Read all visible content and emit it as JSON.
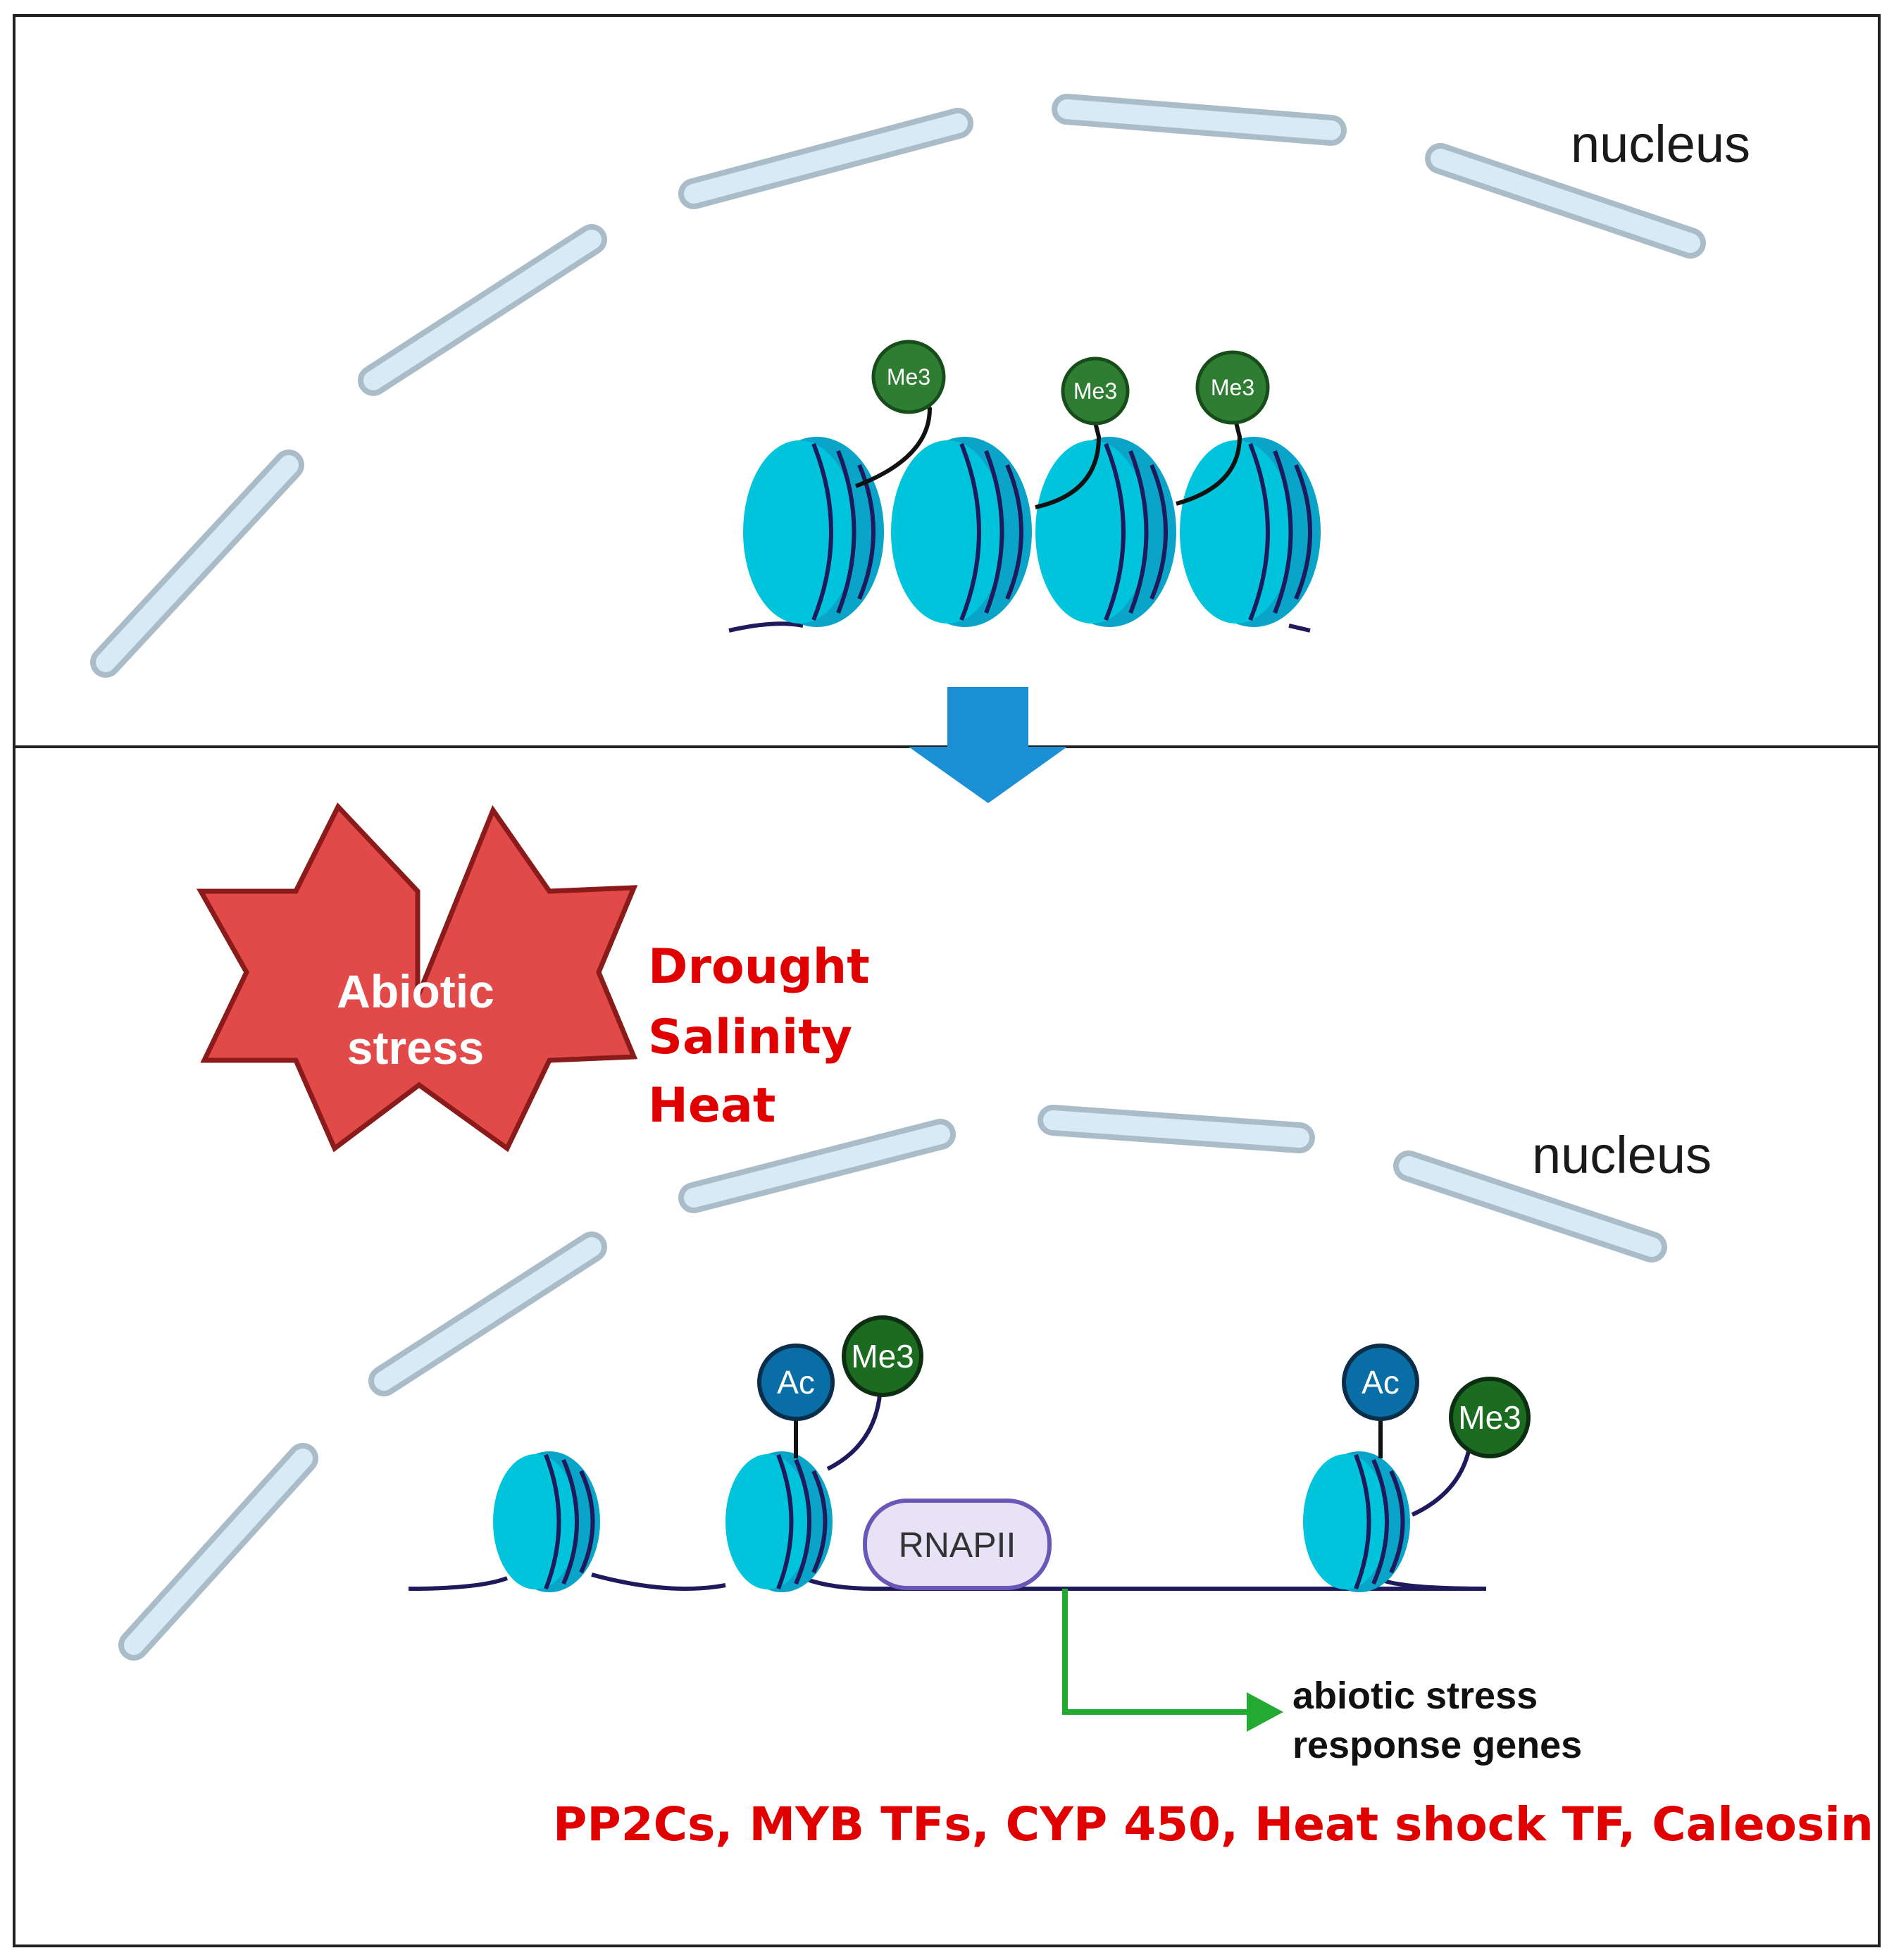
{
  "top_panel": {
    "nucleus_label": "nucleus",
    "marks": [
      "Me3",
      "Me3",
      "Me3"
    ]
  },
  "bottom_panel": {
    "stress_label_line1": "Abiotic",
    "stress_label_line2": "stress",
    "stress_types": [
      "Drought",
      "Salinity",
      "Heat"
    ],
    "nucleus_label": "nucleus",
    "mark_ac_left": "Ac",
    "mark_me3_left": "Me3",
    "mark_ac_right": "Ac",
    "mark_me3_right": "Me3",
    "polymerase_label": "RNAPII",
    "genes_label_line1": "abiotic stress",
    "genes_label_line2": "response genes",
    "gene_list": "PP2Cs, MYB TFs, CYP 450, Heat shock TF, Caleosin"
  },
  "colors": {
    "nucleosome": "#00bcd4",
    "nucleosome_dark": "#0a8fb0",
    "dna": "#1e1a5c",
    "me3": "#2e7d32",
    "ac": "#0a6ea6",
    "envelope_fill": "#d7ebf7",
    "envelope_stroke": "#a9bcc8",
    "arrow_blue": "#1a8fd6",
    "star_red": "#e24a4a",
    "star_stroke": "#8b1a1a",
    "gene_arrow": "#22aa33",
    "rnap_fill": "#e8e2f7",
    "rnap_stroke": "#6b57b8"
  }
}
